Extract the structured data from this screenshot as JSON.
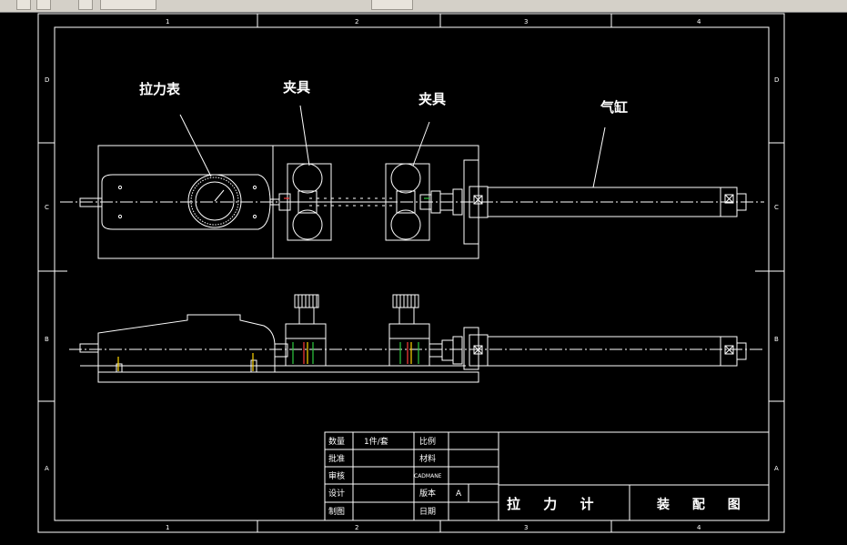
{
  "toolbar": {
    "icons": [
      "save-icon",
      "print-icon",
      "layer-icon",
      "properties-icon",
      "layer-state-icon"
    ]
  },
  "border_zones": {
    "columns": [
      "1",
      "2",
      "3",
      "4"
    ],
    "rows": [
      "D",
      "C",
      "B",
      "A"
    ]
  },
  "callouts": {
    "gauge": "拉力表",
    "clamp1": "夹具",
    "clamp2": "夹具",
    "cylinder": "气缸"
  },
  "title_block": {
    "r1c1": "数量",
    "r1c2": "1件/套",
    "r1c3": "比例",
    "r2c1": "批准",
    "r2c3": "材料",
    "r3c1": "审核",
    "r3c2": "CADMANE",
    "r4c1": "设计",
    "r4c3": "版本",
    "r4c4": "A",
    "r5c1": "制图",
    "r5c3": "日期",
    "drawing_name": "拉 力 计",
    "drawing_type": "装 配 图"
  },
  "colors": {
    "line": "#ffffff",
    "background": "#000000",
    "accent_red": "#ff3b3b",
    "accent_green": "#2ecc40",
    "accent_yellow": "#ffd400"
  }
}
